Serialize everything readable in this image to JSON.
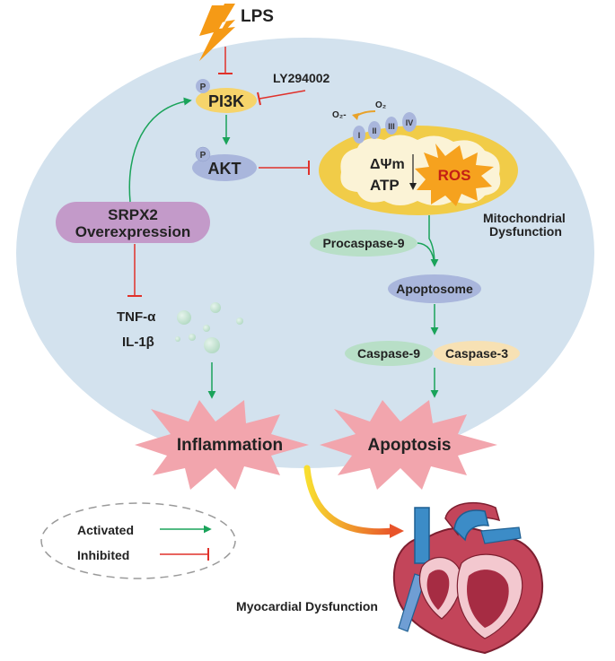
{
  "stimulus": {
    "label": "LPS"
  },
  "inhibitor": {
    "label": "LY294002"
  },
  "nodes": {
    "pi3k": "PI3K",
    "akt": "AKT",
    "phospho": "P",
    "srpx2_line1": "SRPX2",
    "srpx2_line2": "Overexpression",
    "tnf": "TNF-α",
    "il1b": "IL-1β",
    "procaspase9": "Procaspase-9",
    "apoptosome": "Apoptosome",
    "caspase9": "Caspase-9",
    "caspase3": "Caspase-3",
    "inflammation": "Inflammation",
    "apoptosis": "Apoptosis",
    "myocardial": "Myocardial Dysfunction"
  },
  "mitochondria": {
    "membrane_potential": "ΔΨm",
    "atp": "ATP",
    "ros": "ROS",
    "label_line1": "Mitochondrial",
    "label_line2": "Dysfunction",
    "superoxide": "O₂-",
    "oxygen": "O₂",
    "complexes": [
      "I",
      "II",
      "III",
      "IV"
    ]
  },
  "legend": {
    "activated": "Activated",
    "inhibited": "Inhibited"
  },
  "colors": {
    "cell": "#d3e2ee",
    "activate": "#1aa35a",
    "inhibit": "#e0312a",
    "pi3k_fill": "#f6d46b",
    "akt_fill": "#a9b6dc",
    "srpx2_fill": "#c39ac9",
    "green_node": "#b8dfc7",
    "caspase3_fill": "#f7e1b4",
    "burst": "#f2a5ad",
    "mito_outer": "#f1cc48",
    "ros_burst": "#f6a21e",
    "lightning": "#f59a16"
  }
}
